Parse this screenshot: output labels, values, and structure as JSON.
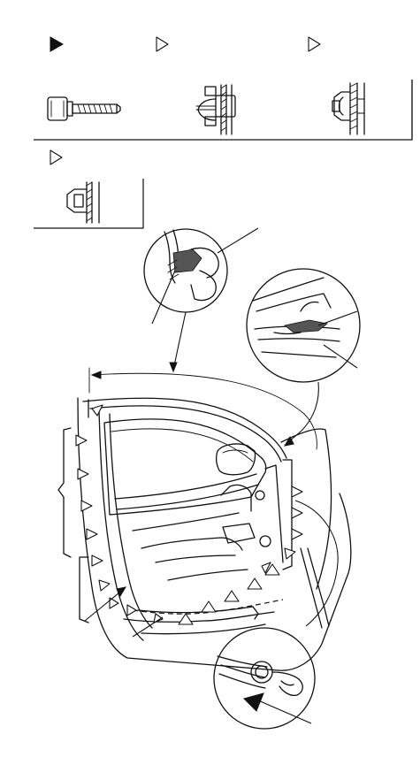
{
  "legend": {
    "solid_marker_icon": "solid-triangle-icon",
    "open_marker_icon": "open-triangle-icon",
    "fasteners": [
      "bolt",
      "push-clip",
      "trim-clip",
      "molding-clip"
    ]
  },
  "colors": {
    "line": "#111111",
    "hatch": "#555555",
    "background": "#ffffff"
  }
}
